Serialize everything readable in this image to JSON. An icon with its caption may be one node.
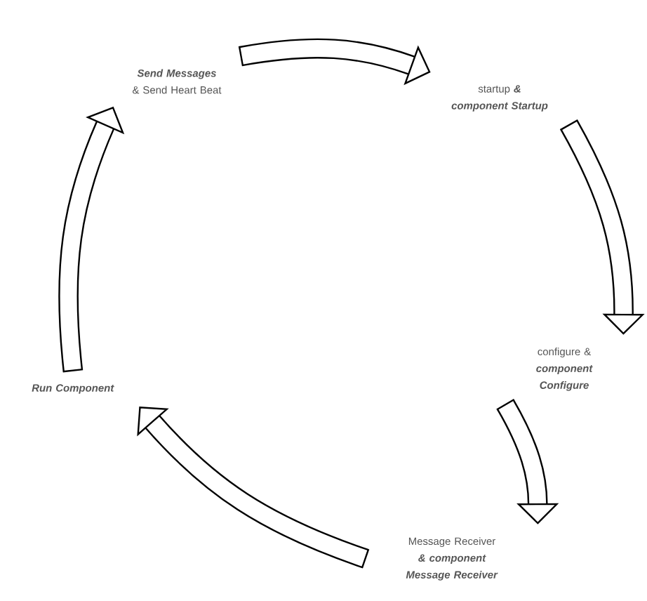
{
  "diagram": {
    "nodes": [
      {
        "text": [
          "*Send Messages* & Send Heart Beat"
        ]
      },
      {
        "text": [
          "startup *& component Startup*"
        ]
      },
      {
        "text": [
          "configure & *component Configure*"
        ]
      },
      {
        "text": [
          "Message Receiver *& component Message Receiver*"
        ]
      },
      {
        "text": [
          "*Run Component*"
        ]
      }
    ],
    "edges": [
      {
        "from": 0,
        "to": 1,
        "arrow": "to"
      },
      {
        "from": 1,
        "to": 2,
        "arrow": "to"
      },
      {
        "from": 2,
        "to": 3,
        "arrow": "to"
      },
      {
        "from": 3,
        "to": 4,
        "arrow": "to"
      },
      {
        "from": 4,
        "to": 0,
        "arrow": "to"
      }
    ]
  }
}
